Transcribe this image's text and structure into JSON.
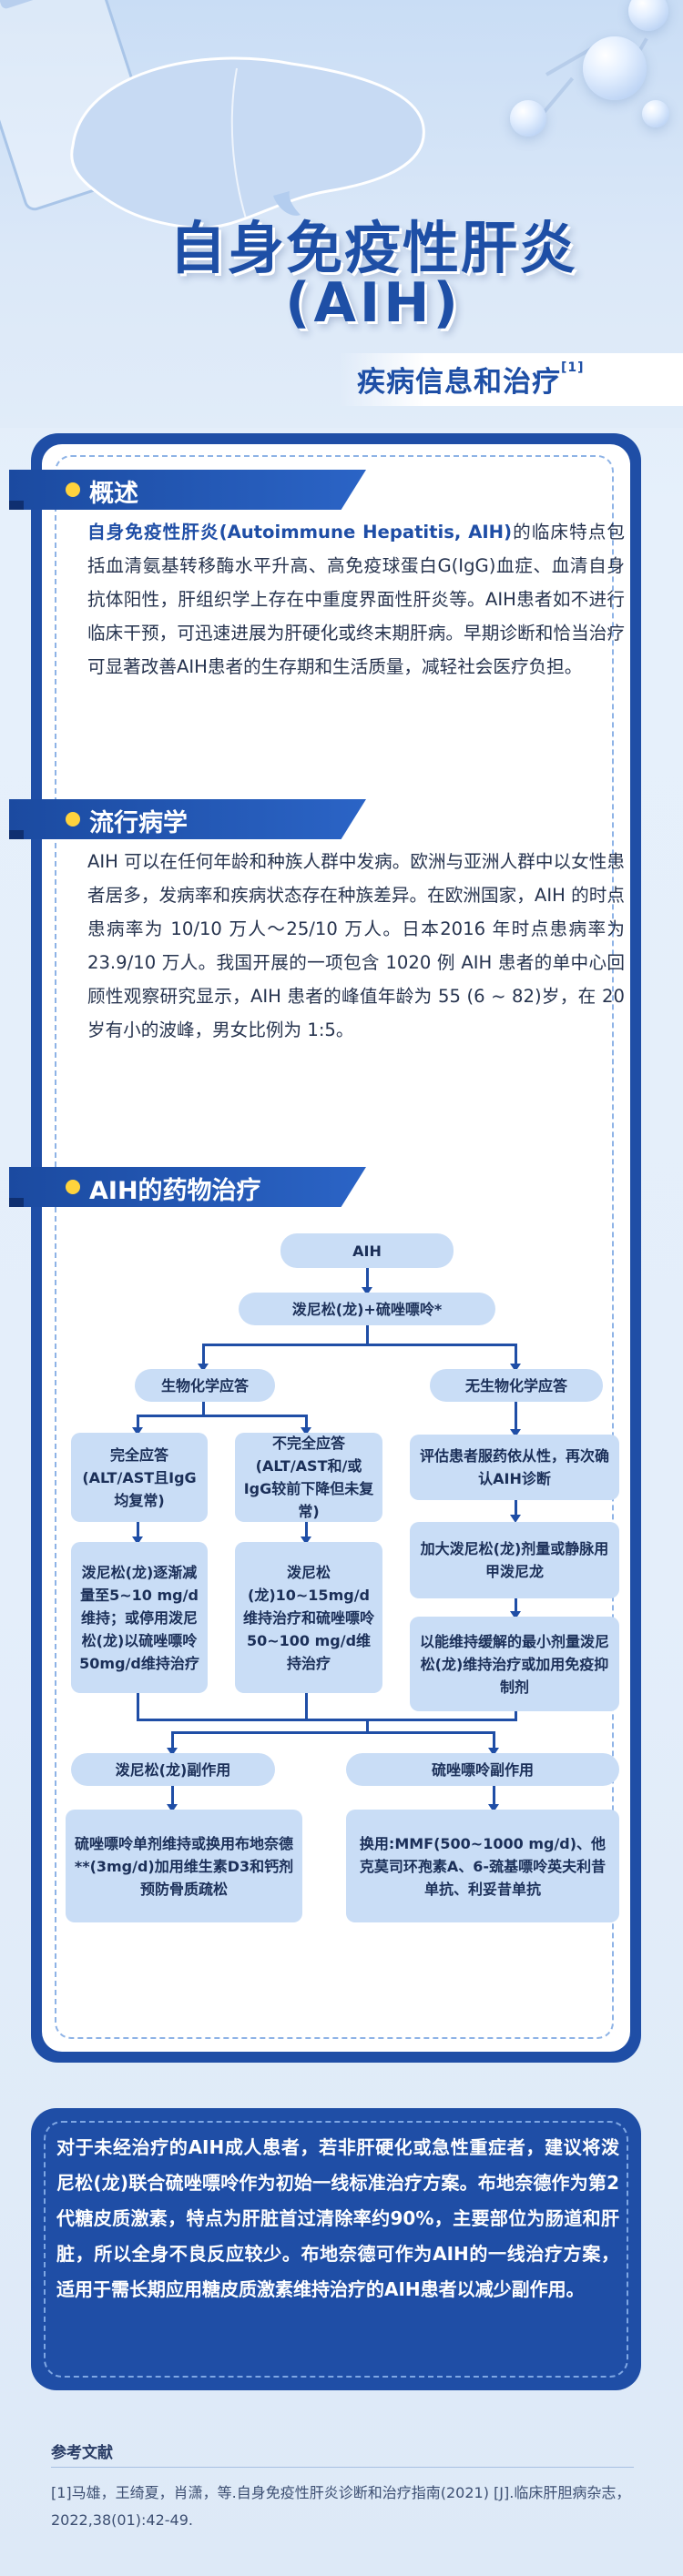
{
  "header": {
    "title_line1": "自身免疫性肝炎",
    "title_line2": "(AIH)",
    "subtitle": "疾病信息和治疗",
    "subtitle_ref": "[1]"
  },
  "sections": {
    "overview": {
      "title": "概述",
      "highlight": "自身免疫性肝炎(Autoimmune Hepatitis, AIH)",
      "text": "的临床特点包括血清氨基转移酶水平升高、高免疫球蛋白G(IgG)血症、血清自身抗体阳性，肝组织学上存在中重度界面性肝炎等。AIH患者如不进行临床干预，可迅速进展为肝硬化或终末期肝病。早期诊断和恰当治疗可显著改善AIH患者的生存期和生活质量，减轻社会医疗负担。"
    },
    "epidemiology": {
      "title": "流行病学",
      "text": "AIH 可以在任何年龄和种族人群中发病。欧洲与亚洲人群中以女性患者居多，发病率和疾病状态存在种族差异。在欧洲国家，AIH 的时点患病率为 10/10 万人～25/10 万人。日本2016 年时点患病率为23.9/10 万人。我国开展的一项包含 1020 例 AIH 患者的单中心回顾性观察研究显示，AIH 患者的峰值年龄为 55 (6 ~ 82)岁，在 20 岁有小的波峰，男女比例为 1:5。"
    },
    "treatment": {
      "title": "AIH的药物治疗"
    }
  },
  "flowchart": {
    "root": "AIH",
    "initial": "泼尼松(龙)+硫唑嘌呤*",
    "bio_response": "生物化学应答",
    "no_bio_response": "无生物化学应答",
    "complete": "完全应答(ALT/AST且IgG均复常)",
    "incomplete": "不完全应答(ALT/AST和/或IgG较前下降但未复常)",
    "evaluate": "评估患者服药依从性，再次确认AIH诊断",
    "taper": "泼尼松(龙)逐渐减量至5~10 mg/d维持；或停用泼尼松(龙)以硫唑嘌呤50mg/d维持治疗",
    "maintain": "泼尼松(龙)10~15mg/d维持治疗和硫唑嘌呤50~100 mg/d维持治疗",
    "increase": "加大泼尼松(龙)剂量或静脉用甲泼尼龙",
    "minimal": "以能维持缓解的最小剂量泼尼松(龙)维持治疗或加用免疫抑制剂",
    "pred_side": "泼尼松(龙)副作用",
    "aza_side": "硫唑嘌呤副作用",
    "pred_side_detail": "硫唑嘌呤单剂维持或换用布地奈德**(3mg/d)加用维生素D3和钙剂预防骨质疏松",
    "aza_side_detail": "换用:MMF(500~1000 mg/d)、他克莫司环孢素A、6-巯基嘌呤英夫利昔单抗、利妥昔单抗"
  },
  "summary": {
    "text": "对于未经治疗的AIH成人患者，若非肝硬化或急性重症者，建议将泼尼松(龙)联合硫唑嘌呤作为初始一线标准治疗方案。布地奈德作为第2代糖皮质激素，特点为肝脏首过清除率约90%，主要部位为肠道和肝脏，所以全身不良反应较少。布地奈德可作为AIH的一线治疗方案，适用于需长期应用糖皮质激素维持治疗的AIH患者以减少副作用。"
  },
  "references": {
    "title": "参考文献",
    "text": "[1]马雄，王绮夏，肖潇，等.自身免疫性肝炎诊断和治疗指南(2021) [J].临床肝胆病杂志，2022,38(01):42-49."
  },
  "colors": {
    "primary": "#1f4ea6",
    "accent_dot": "#ffd33d",
    "box_fill": "#c9ddf6"
  }
}
